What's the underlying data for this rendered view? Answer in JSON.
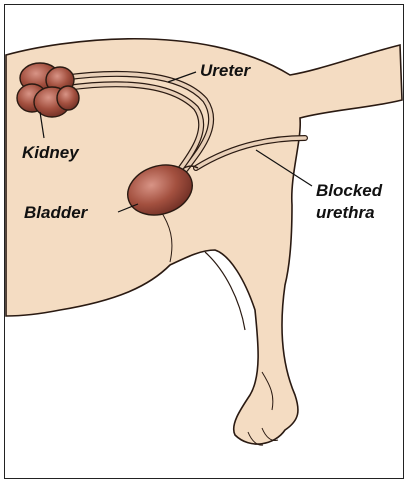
{
  "labels": {
    "ureter": "Ureter",
    "kidney": "Kidney",
    "bladder": "Bladder",
    "blocked_urethra_line1": "Blocked",
    "blocked_urethra_line2": "urethra"
  },
  "colors": {
    "skin": "#f4dcc2",
    "outline": "#2a1a12",
    "organ": "#9a4a3c",
    "organ_highlight": "#c98070",
    "tube": "#e9d0b8"
  }
}
